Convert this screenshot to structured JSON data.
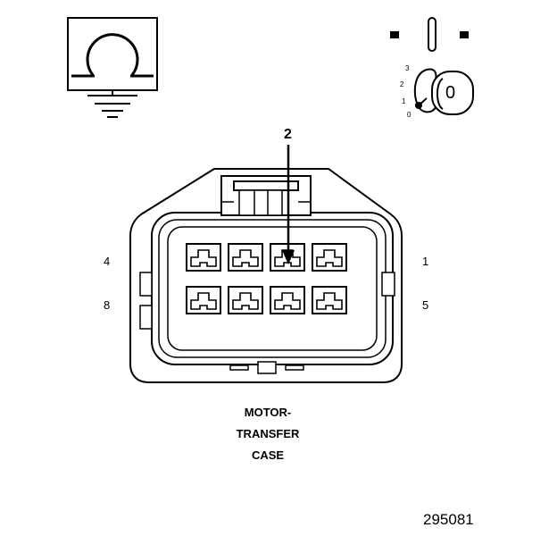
{
  "symbol": {
    "name": "ohm-symbol"
  },
  "ignition": {
    "positions": [
      "3",
      "2",
      "1",
      "0"
    ],
    "key_label": "0"
  },
  "connector": {
    "pin_labels": {
      "top_left": "4",
      "top_right": "1",
      "bottom_left": "8",
      "bottom_right": "5"
    },
    "highlighted_pin": "2"
  },
  "caption": {
    "line1": "MOTOR-",
    "line2": "TRANSFER",
    "line3": "CASE"
  },
  "figure_number": "295081"
}
